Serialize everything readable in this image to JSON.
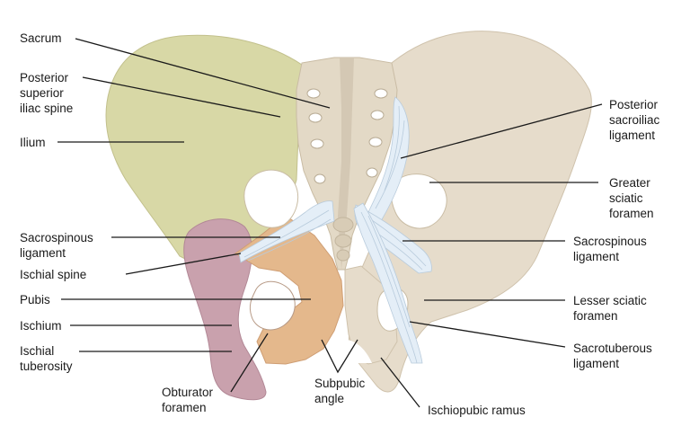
{
  "labels": {
    "sacrum": "Sacrum",
    "psis": "Posterior\nsuperior\niliac spine",
    "ilium": "Ilium",
    "sacrospinous_left": "Sacrospinous\nligament",
    "ischial_spine": "Ischial spine",
    "pubis": "Pubis",
    "ischium": "Ischium",
    "ischial_tuberosity": "Ischial\ntuberosity",
    "obturator_foramen": "Obturator\nforamen",
    "subpubic_angle": "Subpubic\nangle",
    "ischiopubic_ramus": "Ischiopubic ramus",
    "posterior_sacroiliac": "Posterior\nsacroiliac\nligament",
    "greater_sciatic": "Greater\nsciatic\nforamen",
    "sacrospinous_right": "Sacrospinous\nligament",
    "lesser_sciatic": "Lesser sciatic\nforamen",
    "sacrotuberous": "Sacrotuberous\nligament"
  },
  "colors": {
    "ilium": "#d8d8a6",
    "bone": "#e6dccb",
    "bone_shadow": "#d4c8b4",
    "pubis": "#e4b88c",
    "ischium": "#c9a1ad",
    "ligament": "#e4eef7",
    "line": "#1a1a1a"
  }
}
